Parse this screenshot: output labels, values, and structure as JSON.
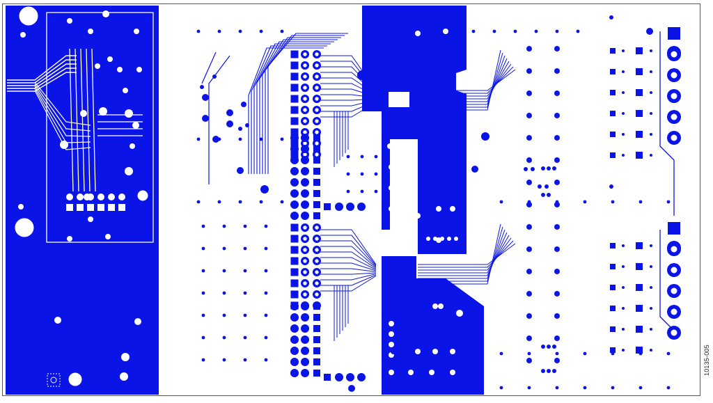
{
  "figure": {
    "id_label": "10135-005"
  },
  "colors": {
    "copper": "#0a14e6",
    "board": "#ffffff",
    "outline": "#555555",
    "silk": "#ffffff"
  },
  "layers": {
    "pour": "copper-pour",
    "traces": "trace",
    "pads": "pad",
    "vias": "via"
  }
}
